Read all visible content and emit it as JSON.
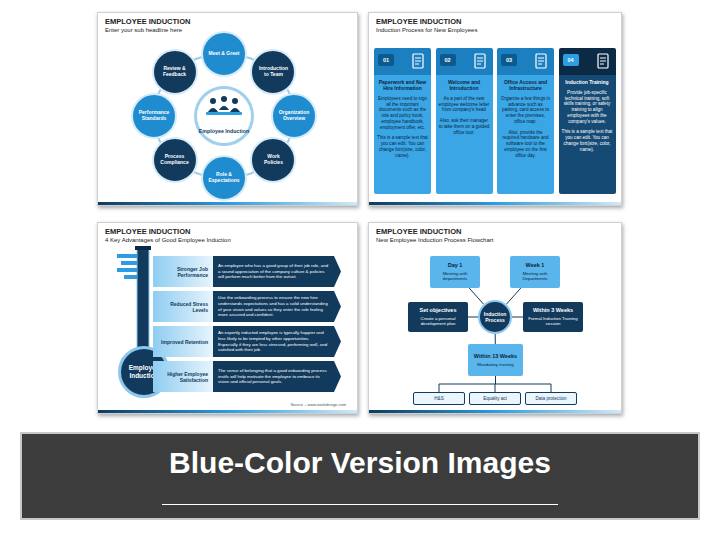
{
  "diagram": {
    "title": "Blue-Color Version Images",
    "nodes": [
      {
        "text": [
          "EMPLOYEE INDUCTION",
          "Enter your sub headline here"
        ]
      },
      {
        "text": [
          "Employee Induction"
        ],
        "in": 0
      },
      {
        "text": [
          "Meet & Greet"
        ],
        "in": 0
      },
      {
        "text": [
          "Introduction to Team"
        ],
        "in": 0
      },
      {
        "text": [
          "Organization Overview"
        ],
        "in": 0
      },
      {
        "text": [
          "Work Policies"
        ],
        "in": 0
      },
      {
        "text": [
          "Role & Expectations"
        ],
        "in": 0
      },
      {
        "text": [
          "Process Compliance"
        ],
        "in": 0
      },
      {
        "text": [
          "Performance Standards"
        ],
        "in": 0
      },
      {
        "text": [
          "Review & Feedback"
        ],
        "in": 0
      },
      {
        "text": [
          "EMPLOYEE INDUCTION",
          "Induction Process for New Employees"
        ]
      },
      {
        "text": [
          "Paperwork and New Hire Information",
          "Employees need to sign all the important documents such as the role and policy book, employee handbook, employment offer, etc.",
          "This is a sample text that you can edit. You can change font(size, color, name)."
        ],
        "in": 10
      },
      {
        "text": [
          "01"
        ],
        "in": 11
      },
      {
        "text": [
          "Welcome and Introduction",
          "As a part of the new employee welcome letter from company's head",
          "Also, ask their manager to take them on a guided office tour."
        ],
        "in": 10
      },
      {
        "text": [
          "02"
        ],
        "in": 13
      },
      {
        "text": [
          "Office Access and Infrastructure",
          "Organize a few things in advance such as parking, card access to enter the premises, office map.",
          "Also, provide the required hardware and software tool to the employee on the first office day."
        ],
        "in": 10
      },
      {
        "text": [
          "03"
        ],
        "in": 15
      },
      {
        "text": [
          "Induction Training",
          "Provide job-specific technical training, soft skills training, or safety training to align employees with the company's values.",
          "This is a sample text that you can edit. You can change font(size, color, name)."
        ],
        "in": 10
      },
      {
        "text": [
          "04"
        ],
        "in": 17
      },
      {
        "text": [
          "EMPLOYEE INDUCTION",
          "4 Key Advantages of Good Employee Induction"
        ]
      },
      {
        "text": [
          "Employee Induction"
        ],
        "in": 19
      },
      {
        "text": [
          "Stronger Job Performance",
          "An employee who has a good grasp of their job role, and a sound appreciation of the company culture & policies will perform much better from the outset."
        ],
        "in": 19
      },
      {
        "text": [
          "Reduced Stress Levels",
          "Use the onboarding process to ensure the new hire understands expectations and has a solid understanding of your vision and values so they enter the role feeling more assured and confident."
        ],
        "in": 19
      },
      {
        "text": [
          "Improved Retention",
          "An expertly inducted employee is typically happier and less likely to be tempted by other opportunities. Especially if they are less stressed, performing well, and satisfied with their job."
        ],
        "in": 19
      },
      {
        "text": [
          "Higher Employee Satisfaction",
          "The sense of belonging that a good onboarding process instils will help motivate the employee to embrace its vision and official personal goals."
        ],
        "in": 19
      },
      {
        "text": [
          "EMPLOYEE INDUCTION",
          "New Employee Induction Process Flowchart"
        ]
      },
      {
        "text": [
          "Induction Process"
        ],
        "in": 25
      },
      {
        "text": [
          "Day 1",
          "Meeting with departments"
        ],
        "in": 25
      },
      {
        "text": [
          "Week 1",
          "Meeting with Departments"
        ],
        "in": 25
      },
      {
        "text": [
          "Set objectives",
          "Create a personal development plan"
        ],
        "in": 25
      },
      {
        "text": [
          "Within 3 Weeks",
          "Formal Induction Training session"
        ],
        "in": 25
      },
      {
        "text": [
          "Within 13 Weeks",
          "Mandatory training"
        ],
        "in": 25
      },
      {
        "text": [
          "H&S"
        ],
        "in": 25
      },
      {
        "text": [
          "Equality act"
        ],
        "in": 25
      },
      {
        "text": [
          "Data protection"
        ],
        "in": 25
      }
    ],
    "edges": [
      {
        "from": 26,
        "to": 27,
        "arrow": "none"
      },
      {
        "from": 26,
        "to": 28,
        "arrow": "none"
      },
      {
        "from": 26,
        "to": 29,
        "arrow": "none"
      },
      {
        "from": 26,
        "to": 30,
        "arrow": "none"
      },
      {
        "from": 26,
        "to": 31,
        "arrow": "none"
      },
      {
        "from": 31,
        "to": 32,
        "arrow": "none"
      },
      {
        "from": 31,
        "to": 33,
        "arrow": "none"
      },
      {
        "from": 31,
        "to": 34,
        "arrow": "none"
      }
    ],
    "labels": [
      "Source – www.workdesign.com"
    ]
  }
}
